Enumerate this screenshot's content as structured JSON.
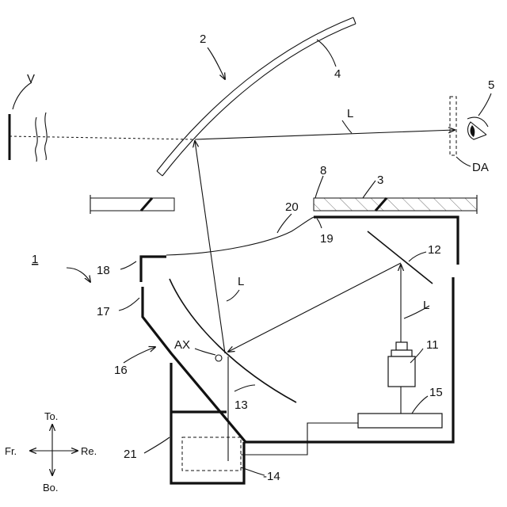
{
  "labels": {
    "v": "V",
    "n2": "2",
    "n4": "4",
    "n5": "5",
    "l_top": "L",
    "da": "DA",
    "n8": "8",
    "n3": "3",
    "n20": "20",
    "n19": "19",
    "n12": "12",
    "n1": "1",
    "n18": "18",
    "l_mid": "L",
    "l_right": "L",
    "n17": "17",
    "n11": "11",
    "ax": "AX",
    "n16": "16",
    "n15": "15",
    "n13": "13",
    "n21": "21",
    "n14": "-14"
  },
  "directions": {
    "top": "To.",
    "bottom": "Bo.",
    "front": "Fr.",
    "rear": "Re."
  }
}
